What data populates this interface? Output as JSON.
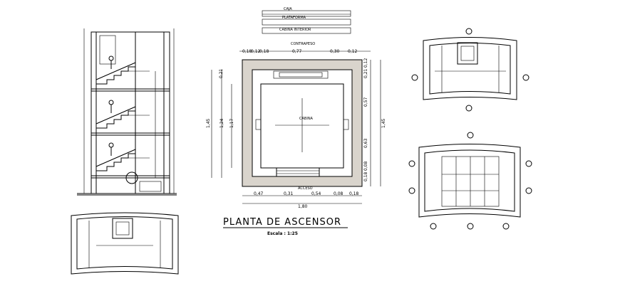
{
  "plan": {
    "title": "PLANTA DE ASCENSOR",
    "scale": "Escala : 1:25",
    "labels": {
      "caja": "CAJA",
      "plataforma": "PLATAFORMA",
      "cabina_interior": "CABINA INTERIOR",
      "contrapeso": "CONTRAPESO",
      "cabina": "CABINA",
      "acceso": "ACCESO"
    },
    "dims_top": [
      "0,18",
      "0,12",
      "0,18",
      "0,77",
      "0,30",
      "0,12"
    ],
    "dims_bottom": [
      "0,47",
      "0,31",
      "0,54",
      "0,08",
      "0,18"
    ],
    "dim_total": "1,80",
    "dims_left": [
      "0,21",
      "1,24",
      "1,17",
      "1,45"
    ],
    "dims_right": [
      "0,21",
      "0,12",
      "0,57",
      "0,63",
      "0,08",
      "0,18",
      "1,45"
    ]
  }
}
